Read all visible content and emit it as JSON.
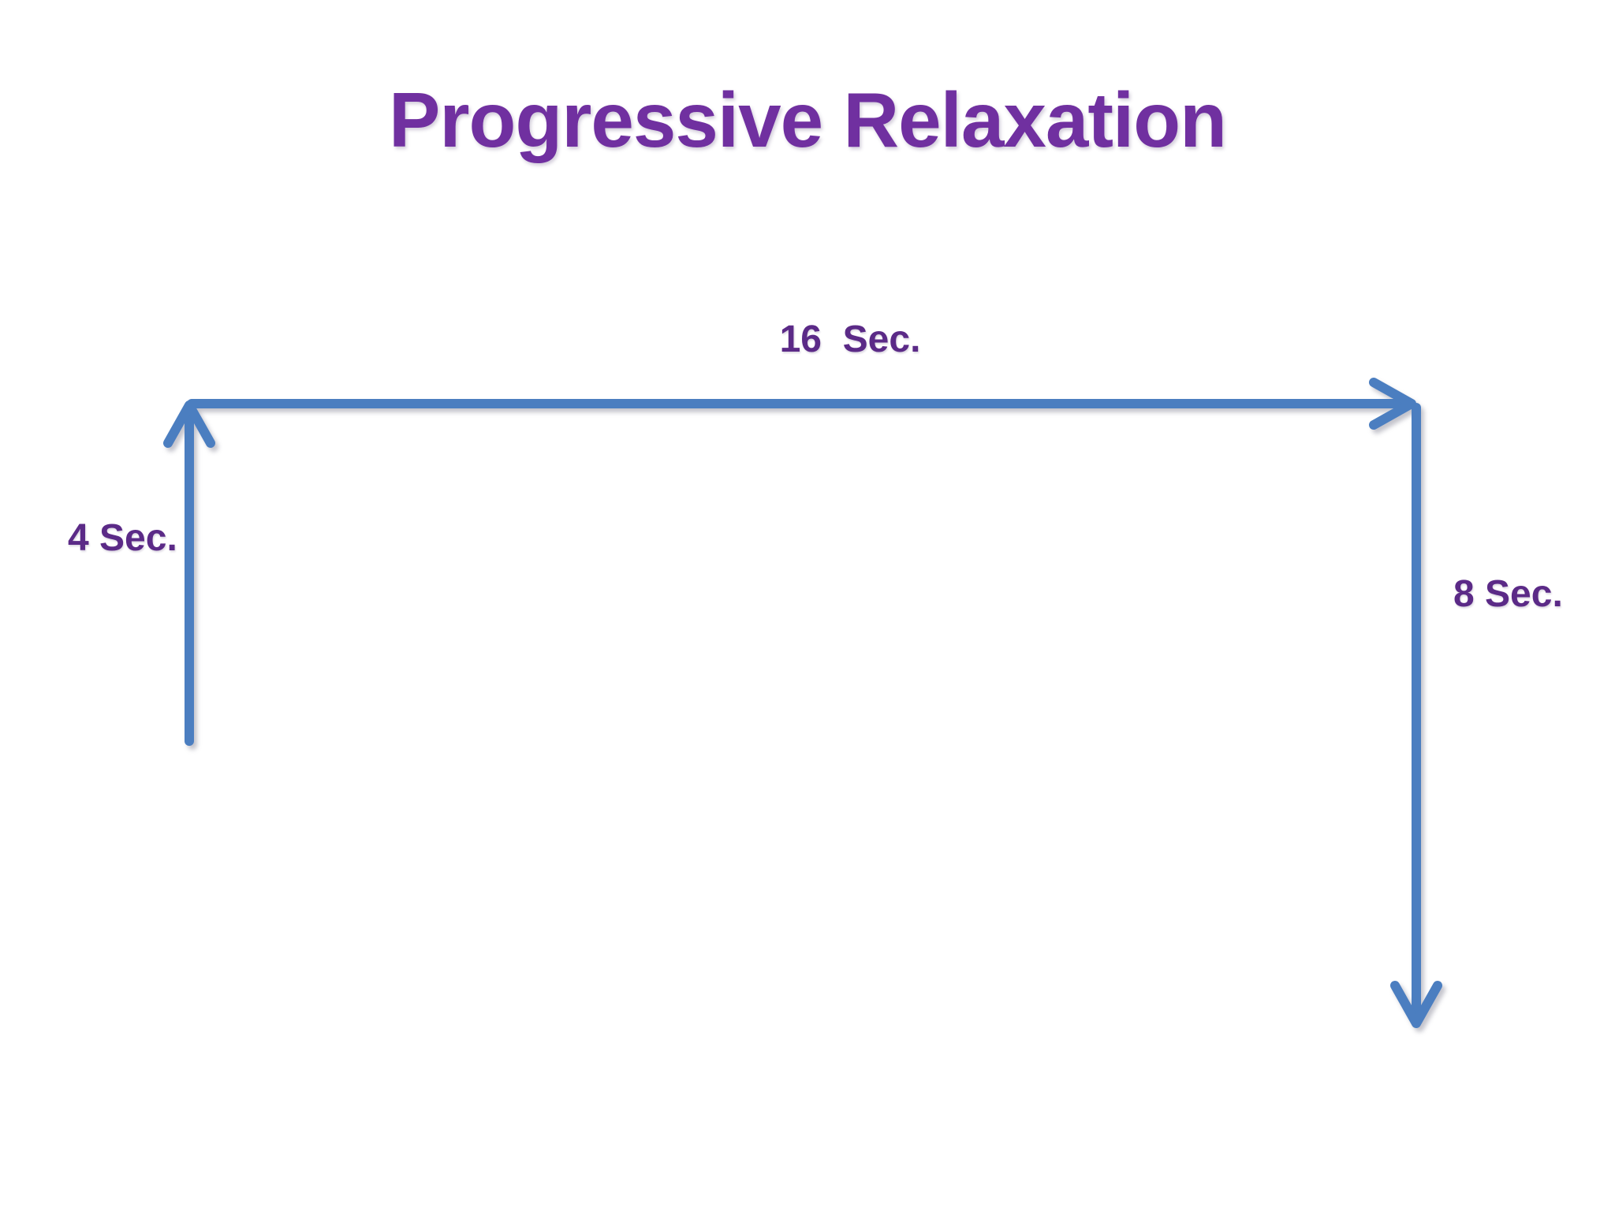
{
  "title": "Progressive Relaxation",
  "colors": {
    "title": "#7030a0",
    "label": "#5b2a87",
    "arrow": "#4b7ec0"
  },
  "diagram": {
    "top_label": "16  Sec.",
    "left_label": "4 Sec.",
    "right_label": "8 Sec."
  }
}
